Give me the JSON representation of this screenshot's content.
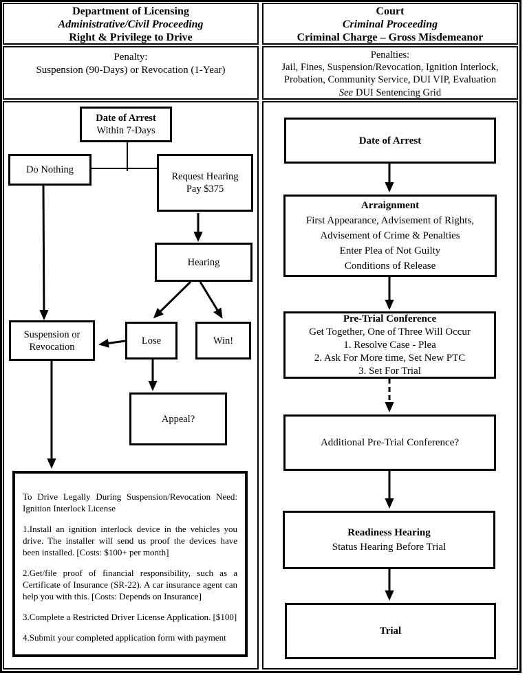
{
  "colors": {
    "ink": "#000000",
    "paper": "#ffffff"
  },
  "left_column": {
    "header": {
      "line1": "Department of Licensing",
      "line2": "Administrative/Civil Proceeding",
      "line3": "Right & Privilege to Drive"
    },
    "penalty": {
      "label": "Penalty:",
      "text": "Suspension (90-Days) or Revocation (1-Year)"
    },
    "flow": {
      "date_of_arrest": {
        "title": "Date of Arrest",
        "subtitle": "Within 7-Days"
      },
      "do_nothing": "Do Nothing",
      "request_hearing": {
        "line1": "Request Hearing",
        "line2": "Pay $375"
      },
      "hearing": "Hearing",
      "suspension": {
        "line1": "Suspension or",
        "line2": "Revocation"
      },
      "lose": "Lose",
      "win": "Win!",
      "appeal": "Appeal?",
      "info": {
        "para1": "To Drive Legally During Suspension/Revocation Need: Ignition Interlock License",
        "para2": "1.Install an ignition interlock device in the vehicles you drive. The installer will send us proof the devices have been installed. [Costs: $100+ per month]",
        "para3": "2.Get/file proof of financial responsibility, such as a Certificate of Insurance (SR-22). A car insurance agent can help you with this. [Costs: Depends on Insurance]",
        "para4": "3.Complete a Restricted Driver License Application. [$100]",
        "para5": "4.Submit your completed application form with payment"
      }
    }
  },
  "right_column": {
    "header": {
      "line1": "Court",
      "line2": "Criminal Proceeding",
      "line3": "Criminal Charge – Gross Misdemeanor"
    },
    "penalty": {
      "label": "Penalties:",
      "line1": "Jail, Fines, Suspension/Revocation, Ignition Interlock,",
      "line2": "Probation, Community Service, DUI VIP, Evaluation",
      "line3_italic": "See",
      "line3_rest": "DUI Sentencing Grid"
    },
    "flow": {
      "date_of_arrest": "Date of Arrest",
      "arraignment": {
        "title": "Arraignment",
        "lines": [
          "First Appearance, Advisement of Rights,",
          "Advisement of Crime & Penalties",
          "Enter Plea of Not Guilty",
          "Conditions of Release"
        ]
      },
      "pretrial": {
        "title": "Pre-Trial Conference",
        "lines": [
          "Get Together, One of Three Will Occur",
          "1. Resolve Case - Plea",
          "2. Ask For More time, Set New PTC",
          "3. Set For Trial"
        ]
      },
      "additional": "Additional Pre-Trial Conference?",
      "readiness": {
        "title": "Readiness Hearing",
        "subtitle": "Status Hearing Before Trial"
      },
      "trial": "Trial"
    }
  }
}
